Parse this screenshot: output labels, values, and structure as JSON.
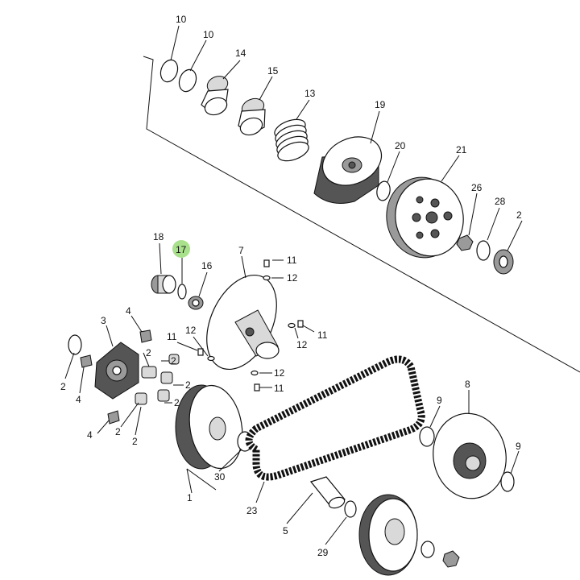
{
  "highlight_color": "#a8e08c",
  "highlighted_callout": "17",
  "callouts": [
    {
      "id": "c10a",
      "text": "10"
    },
    {
      "id": "c10b",
      "text": "10"
    },
    {
      "id": "c14",
      "text": "14"
    },
    {
      "id": "c15",
      "text": "15"
    },
    {
      "id": "c13",
      "text": "13"
    },
    {
      "id": "c19",
      "text": "19"
    },
    {
      "id": "c20",
      "text": "20"
    },
    {
      "id": "c21",
      "text": "21"
    },
    {
      "id": "c26",
      "text": "26"
    },
    {
      "id": "c28",
      "text": "28"
    },
    {
      "id": "c27",
      "text": "2"
    },
    {
      "id": "c18",
      "text": "18"
    },
    {
      "id": "c17",
      "text": "17"
    },
    {
      "id": "c16",
      "text": "16"
    },
    {
      "id": "c7",
      "text": "7"
    },
    {
      "id": "c11a",
      "text": "11"
    },
    {
      "id": "c12a",
      "text": "12"
    },
    {
      "id": "c11b",
      "text": "11"
    },
    {
      "id": "c12b",
      "text": "12"
    },
    {
      "id": "c11c",
      "text": "11"
    },
    {
      "id": "c12c",
      "text": "12"
    },
    {
      "id": "c12d",
      "text": "12"
    },
    {
      "id": "c11d",
      "text": "11"
    },
    {
      "id": "c4a",
      "text": "4"
    },
    {
      "id": "c3",
      "text": "3"
    },
    {
      "id": "c2a",
      "text": "2"
    },
    {
      "id": "c2b",
      "text": "2"
    },
    {
      "id": "c2c",
      "text": "2"
    },
    {
      "id": "c2d",
      "text": "2"
    },
    {
      "id": "c2e",
      "text": "2"
    },
    {
      "id": "c2f",
      "text": "2"
    },
    {
      "id": "c2g",
      "text": "2"
    },
    {
      "id": "c4b",
      "text": "4"
    },
    {
      "id": "c4c",
      "text": "4"
    },
    {
      "id": "c1",
      "text": "1"
    },
    {
      "id": "c30",
      "text": "30"
    },
    {
      "id": "c23",
      "text": "23"
    },
    {
      "id": "c5",
      "text": "5"
    },
    {
      "id": "c29",
      "text": "29"
    },
    {
      "id": "c8",
      "text": "8"
    },
    {
      "id": "c9a",
      "text": "9"
    },
    {
      "id": "c9b",
      "text": "9"
    }
  ]
}
